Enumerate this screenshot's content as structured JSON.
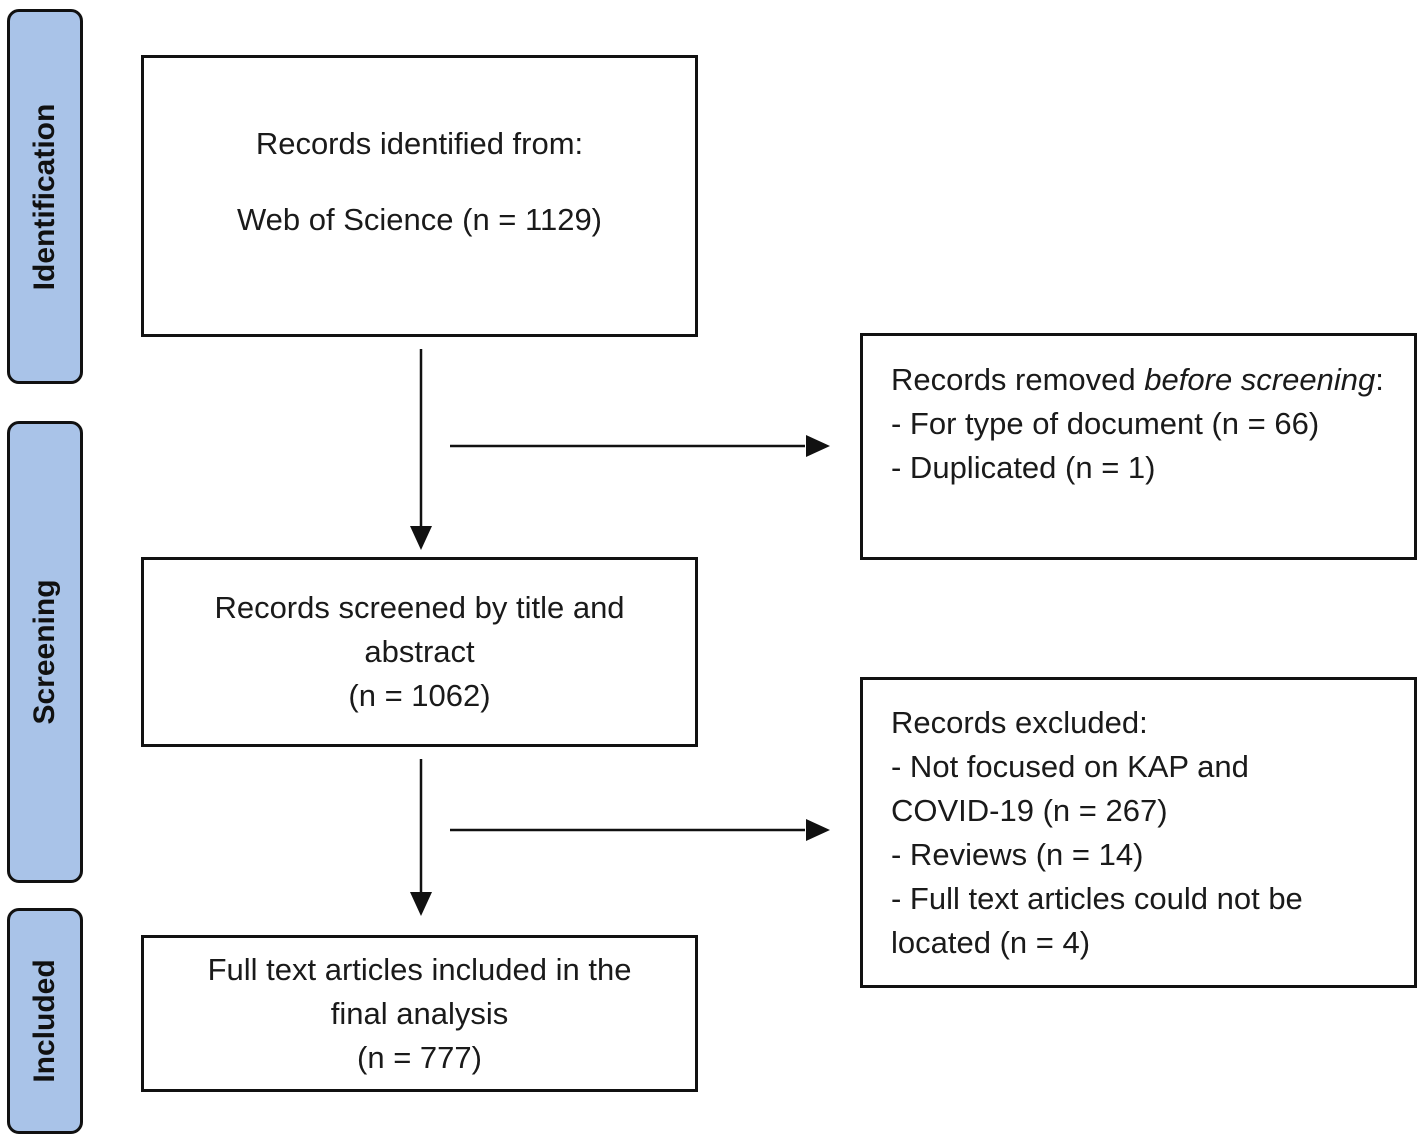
{
  "phases": {
    "identification": "Identification",
    "screening": "Screening",
    "included": "Included"
  },
  "identified": {
    "line1": "Records identified from:",
    "line2": "Web of Science (n = 1129)"
  },
  "removed": {
    "prefix": "Records removed ",
    "italic": "before screening",
    "suffix": ":",
    "item1": "- For type of document (n = 66)",
    "item2": "- Duplicated (n = 1)"
  },
  "screened": {
    "line1": "Records screened by title and",
    "line2": "abstract",
    "line3": "(n = 1062)"
  },
  "excluded": {
    "title": "Records excluded:",
    "item1a": "- Not focused on KAP and",
    "item1b": "COVID-19 (n = 267)",
    "item2": "- Reviews (n = 14)",
    "item3a": "- Full text articles could not be",
    "item3b": "located (n = 4)"
  },
  "included": {
    "line1": "Full text articles included in the",
    "line2": "final analysis",
    "line3": "(n = 777)"
  }
}
